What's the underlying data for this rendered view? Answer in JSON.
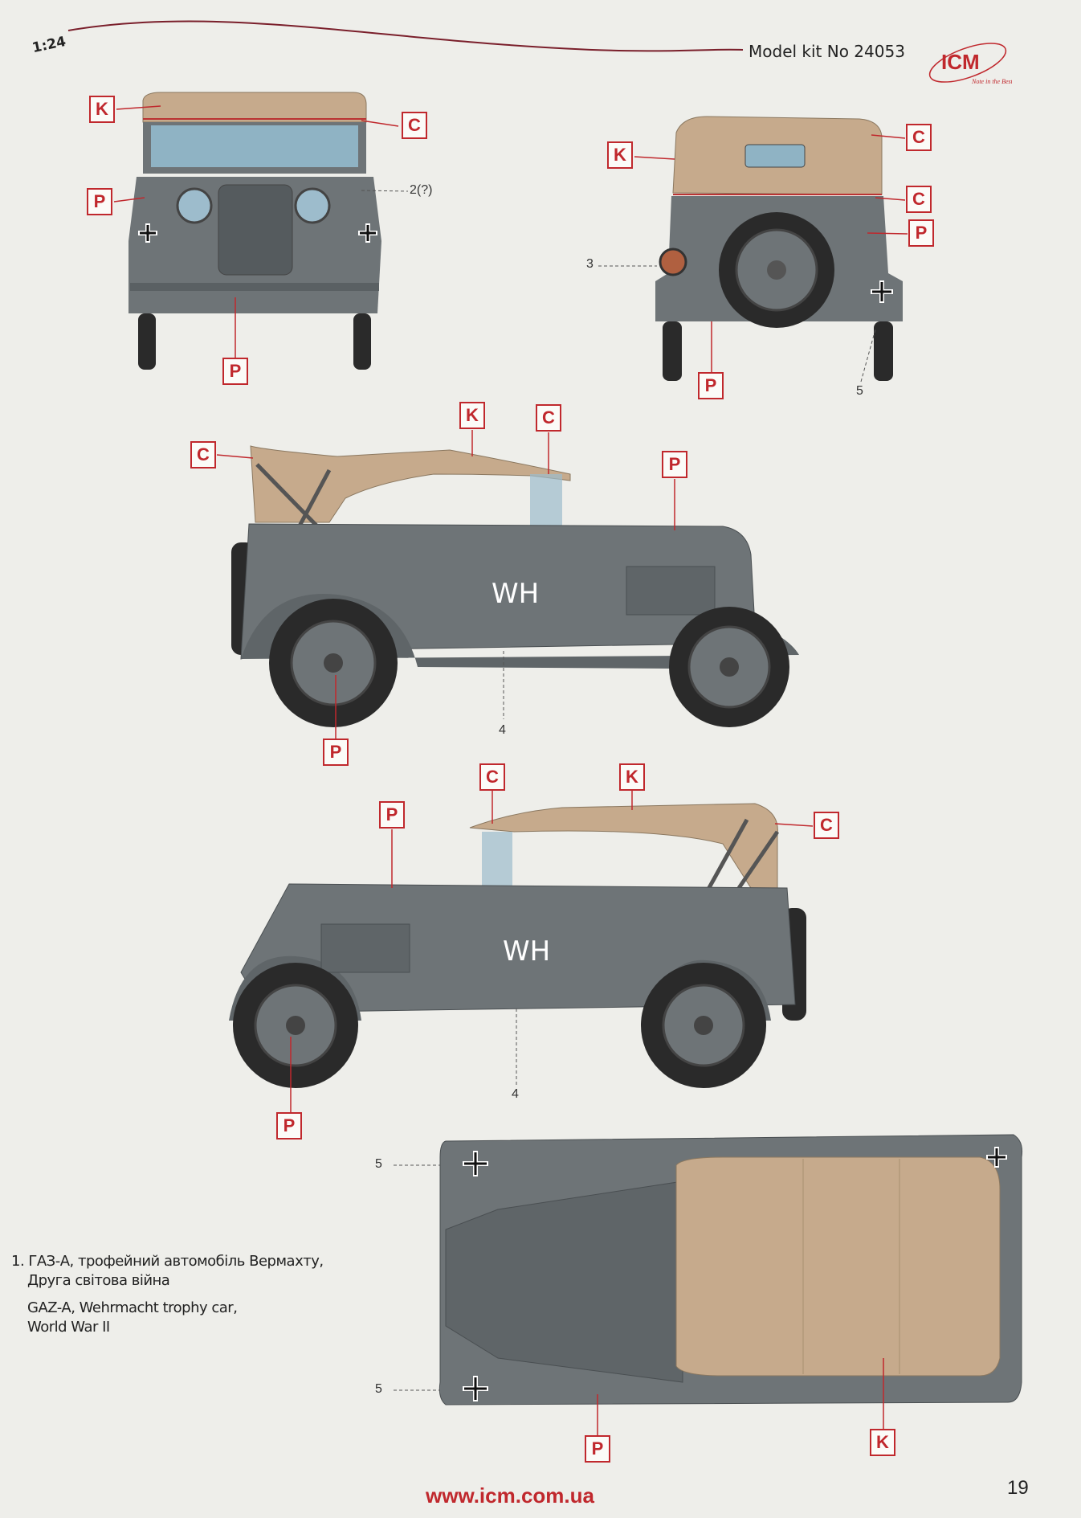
{
  "header": {
    "scale": "1:24",
    "kit_number": "Model kit No 24053",
    "logo_text": "ICM",
    "logo_tagline": "Note in the Best"
  },
  "colors": {
    "accent": "#c0282d",
    "body_gray": "#6e7477",
    "canvas_tan": "#c6aa8c"
  },
  "views": {
    "front": {
      "labels": [
        "K",
        "C",
        "P",
        "P"
      ],
      "note": "2(?)"
    },
    "rear": {
      "labels": [
        "C",
        "K",
        "C",
        "P",
        "P"
      ],
      "notes": [
        "3",
        "5"
      ]
    },
    "side_left": {
      "labels": [
        "K",
        "C",
        "C",
        "P",
        "P"
      ],
      "note": "4",
      "marking": "WH"
    },
    "side_right": {
      "labels": [
        "C",
        "K",
        "P",
        "C",
        "P"
      ],
      "note": "4",
      "marking": "WH"
    },
    "top": {
      "labels": [
        "P",
        "K"
      ],
      "notes": [
        "5",
        "5"
      ]
    }
  },
  "caption": {
    "ua_line1": "1. ГАЗ-А, трофейний автомобіль Вермахту,",
    "ua_line2": "Друга світова війна",
    "en_line1": "GAZ-A, Wehrmacht trophy car,",
    "en_line2": "World War II"
  },
  "footer": {
    "url": "www.icm.com.ua",
    "page": "19"
  }
}
